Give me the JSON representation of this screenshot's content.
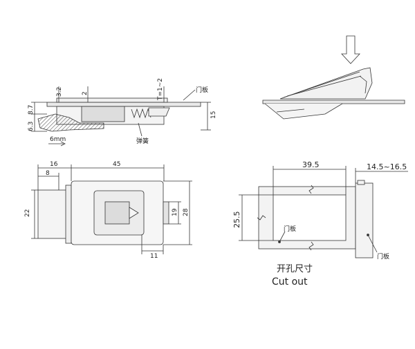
{
  "side_view": {
    "dims": {
      "d_3_2": "3.2",
      "d_2": "2",
      "d_t": "T=1~2",
      "d_8_7": "8.7",
      "d_6_3": "6.3",
      "d_15": "15",
      "d_6mm": "6mm"
    },
    "labels": {
      "door_panel": "门板",
      "spring": "弹簧"
    }
  },
  "front_view": {
    "dims": {
      "d_16": "16",
      "d_45": "45",
      "d_8": "8",
      "d_22": "22",
      "d_19": "19",
      "d_28": "28",
      "d_11": "11"
    }
  },
  "cutout_view": {
    "dims": {
      "d_39_5": "39.5",
      "d_14_5": "14.5~16.5",
      "d_25_5": "25.5"
    },
    "labels": {
      "door_panel_inner": "门板",
      "door_panel_side": "门板"
    },
    "caption_cn": "开孔尺寸",
    "caption_en": "Cut out"
  }
}
